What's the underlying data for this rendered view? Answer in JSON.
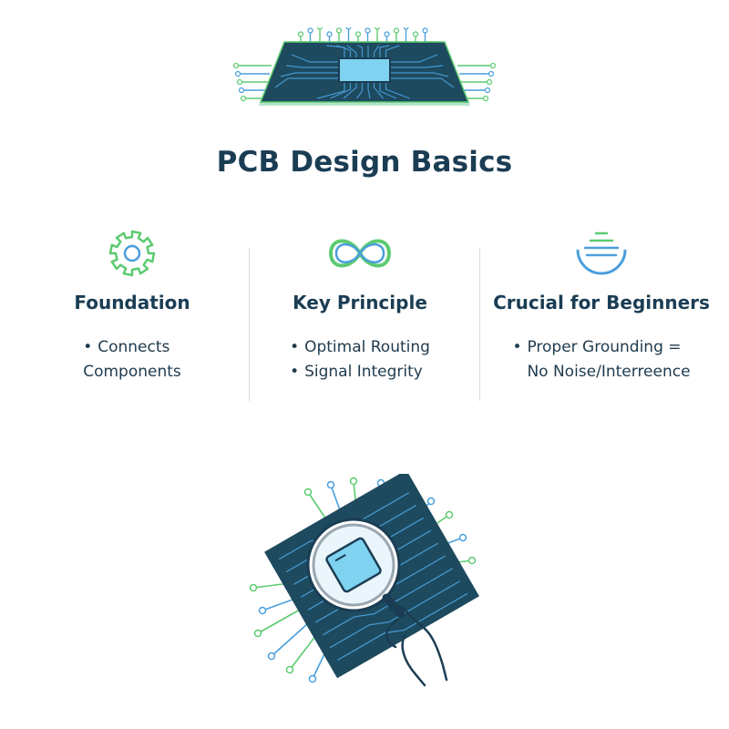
{
  "title": "PCB Design Basics",
  "colors": {
    "navy": "#1b3d54",
    "board": "#1d4a5e",
    "green": "#5ccb70",
    "blue": "#4a9fdc",
    "chip": "#7fd2f0"
  },
  "columns": [
    {
      "icon": "gear-icon",
      "heading": "Foundation",
      "bullets": [
        "Connects",
        "Components"
      ]
    },
    {
      "icon": "infinity-icon",
      "heading": "Key Principle",
      "bullets": [
        "Optimal Routing",
        "Signal Integrity"
      ]
    },
    {
      "icon": "grounding-icon",
      "heading": "Crucial for Beginners",
      "bullets": [
        "Proper Grounding =",
        "No Noise/Interreence"
      ]
    }
  ],
  "illustrations": {
    "top": "circuit-board-chip-illustration",
    "bottom": "magnifying-glass-circuit-illustration"
  }
}
